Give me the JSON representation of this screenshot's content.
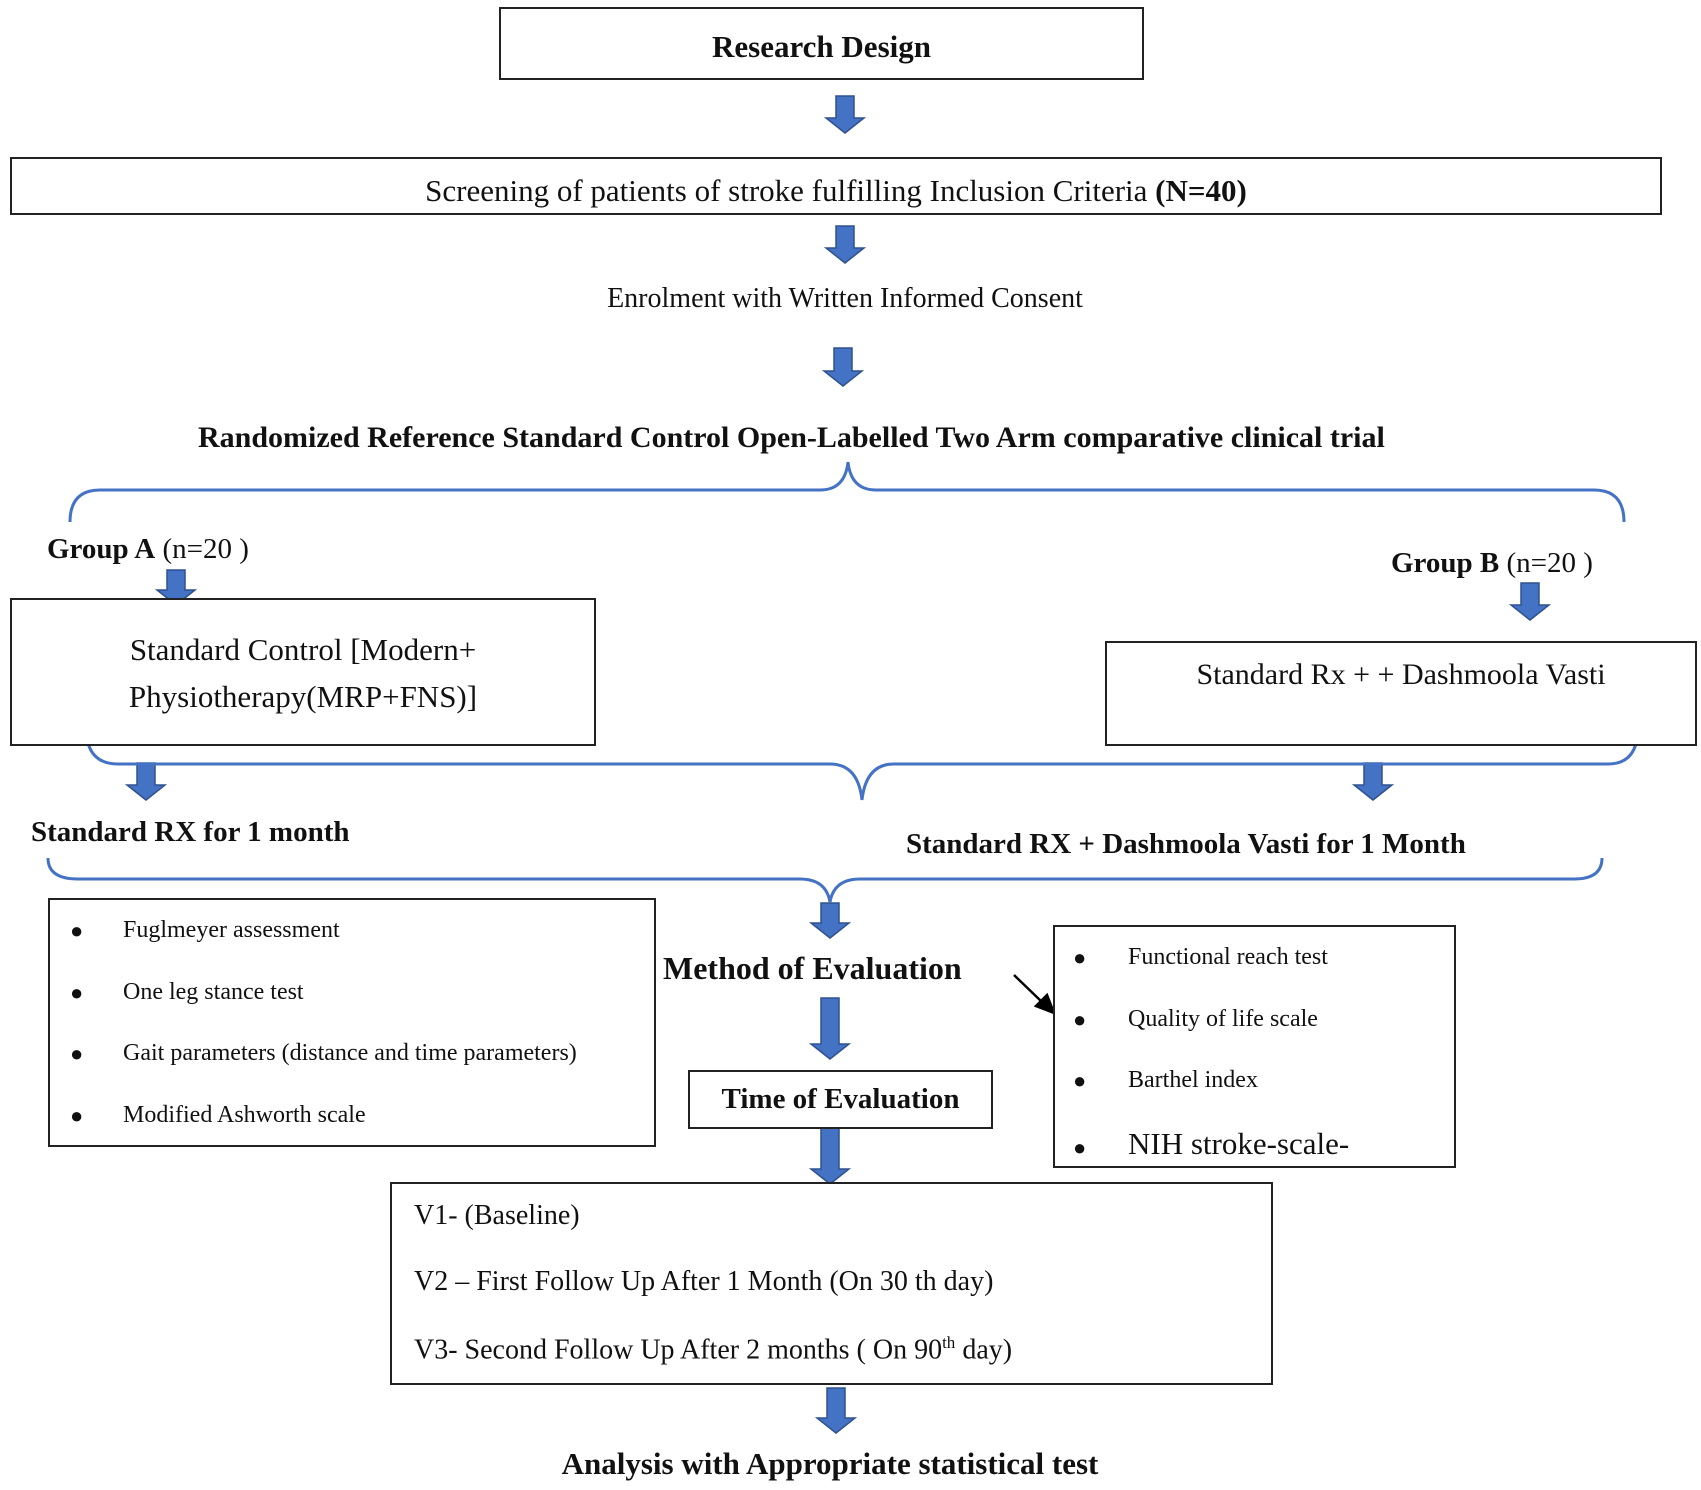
{
  "title": "Research Design",
  "screening": {
    "text": "Screening of patients of stroke fulfilling Inclusion Criteria ",
    "n": "(N=40)"
  },
  "enrolment": "Enrolment with Written Informed Consent",
  "trial": "Randomized  Reference Standard Control Open-Labelled  Two Arm comparative clinical trial",
  "group_a": {
    "label": "Group A",
    "n": "(n=20 )",
    "box_line1": "Standard Control  [Modern+",
    "box_line2": "Physiotherapy(MRP+FNS)]",
    "rx": "Standard RX for  1 month"
  },
  "group_b": {
    "label": "Group B",
    "n": "(n=20 )",
    "box": "Standard Rx + + Dashmoola Vasti",
    "rx": "Standard RX +  Dashmoola Vasti for  1 Month"
  },
  "method": "Method of Evaluation",
  "left_list": [
    "Fuglmeyer assessment",
    "One leg stance test",
    "Gait parameters (distance and time   parameters)",
    "Modified Ashworth scale"
  ],
  "right_list": [
    "Functional reach test",
    "Quality of life scale",
    "Barthel index",
    "NIH        stroke-scale-"
  ],
  "time": "Time of Evaluation",
  "visits": [
    "V1- (Baseline)",
    "V2 – First  Follow Up  After 1 Month (On 30 th day)",
    "V3-  Second Follow Up  After 2  months ( On 90",
    "th",
    " day)"
  ],
  "analysis": "Analysis with Appropriate statistical test",
  "colors": {
    "arrow_fill": "#4472C4",
    "arrow_stroke": "#2F528F",
    "brace": "#4472C4",
    "border": "#222222"
  }
}
